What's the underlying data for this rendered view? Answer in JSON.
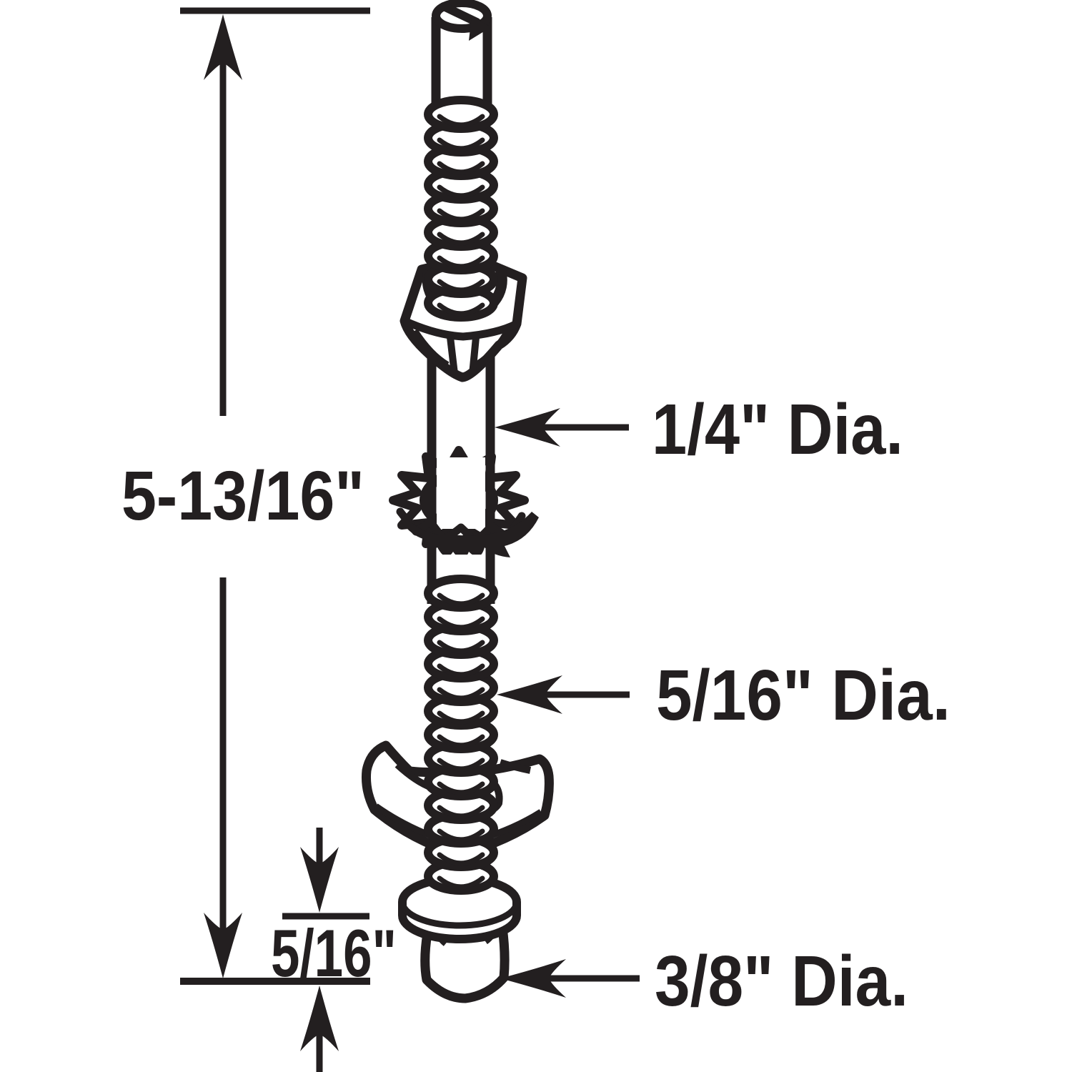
{
  "drawing": {
    "title": "threaded leveling bolt technical diagram",
    "colors": {
      "ink": "#231f20",
      "background": "#ffffff"
    },
    "dimension_labels": {
      "overall_length": "5-13/16\"",
      "bottom_height": "5/16\""
    },
    "callout_labels": {
      "shaft_diameter": "1/4\" Dia.",
      "thread_diameter": "5/16\" Dia.",
      "bottom_nut_diameter": "3/8\" Dia."
    }
  }
}
